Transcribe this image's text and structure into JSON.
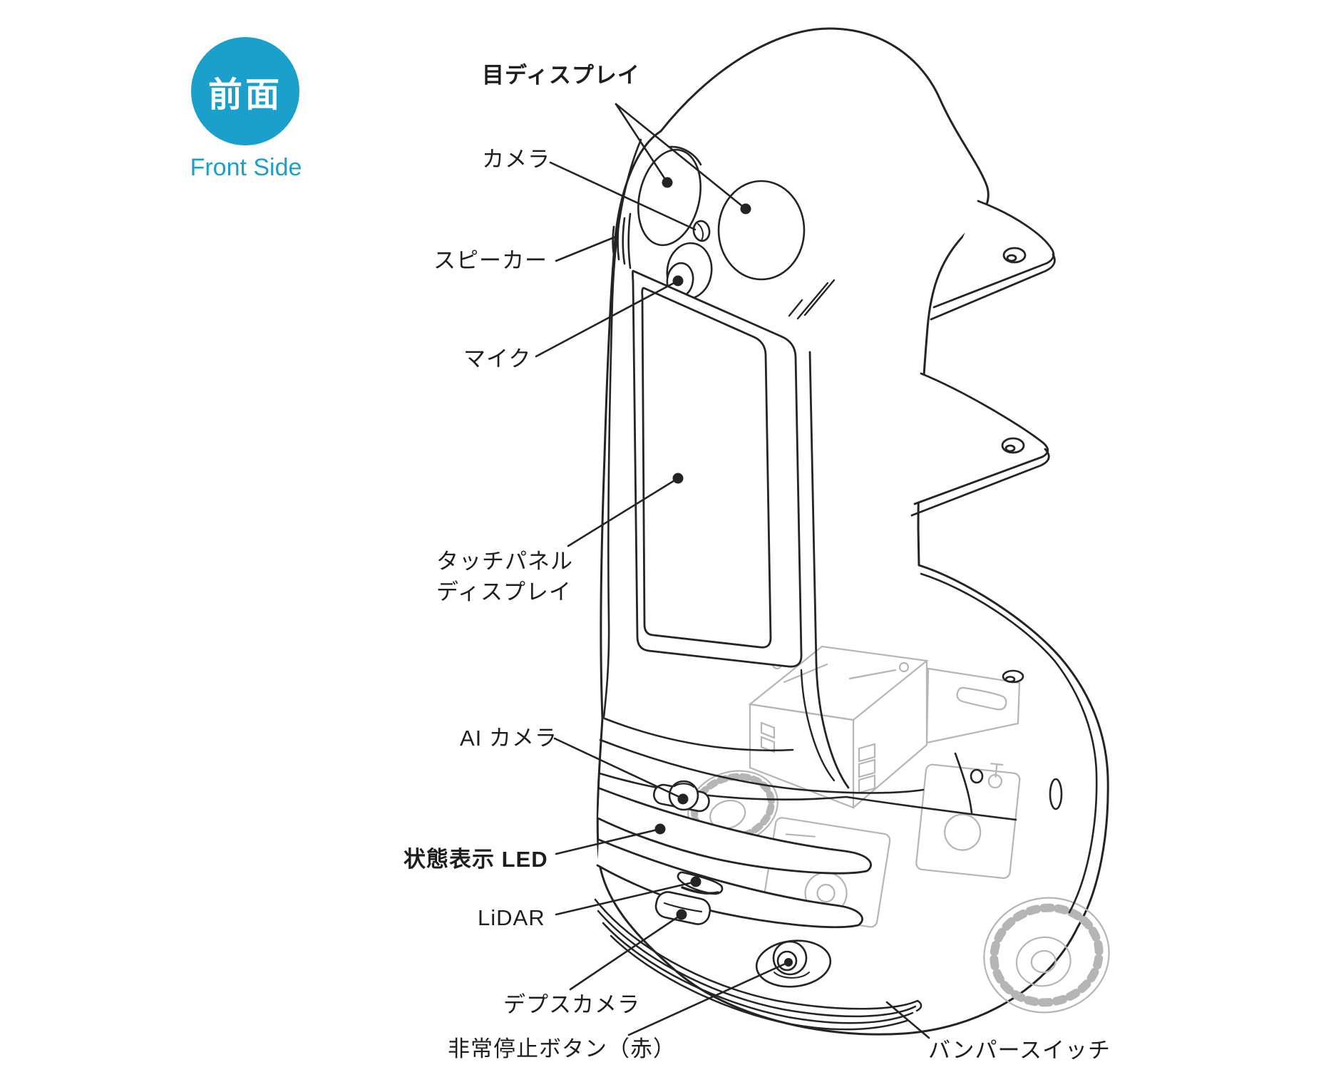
{
  "badge": {
    "label_jp": "前面",
    "label_en": "Front Side",
    "circle_color": "#1b9fcb"
  },
  "colors": {
    "line": "#242424",
    "internal_gray": "#b5b5b5",
    "accent_blue": "#1b9fcb",
    "background": "#ffffff"
  },
  "labels": {
    "eye_display": "目ディスプレイ",
    "camera": "カメラ",
    "speaker": "スピーカー",
    "microphone": "マイク",
    "touch_panel_line1": "タッチパネル",
    "touch_panel_line2": "ディスプレイ",
    "ai_camera": "AI カメラ",
    "status_led": "状態表示 LED",
    "lidar": "LiDAR",
    "depth_camera": "デプスカメラ",
    "emergency_stop": "非常停止ボタン（赤）",
    "bumper_switch": "バンパースイッチ"
  }
}
